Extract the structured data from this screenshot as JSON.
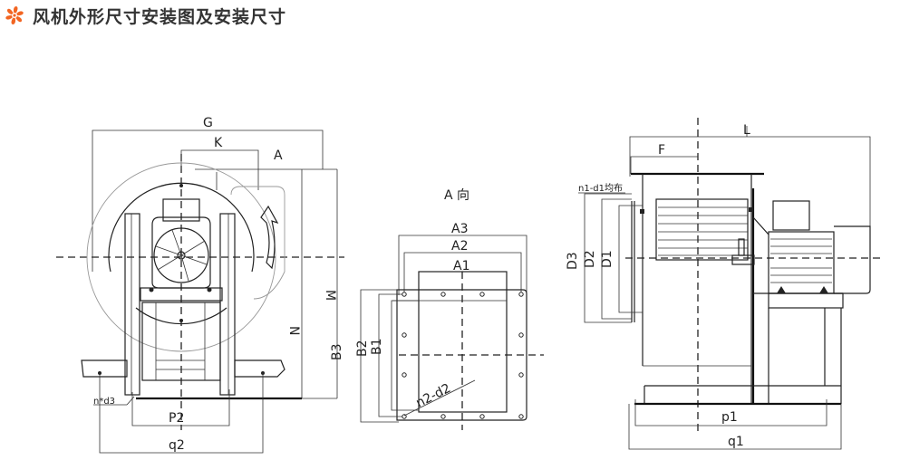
{
  "header": {
    "icon": "fan-icon",
    "icon_color": "#f26522",
    "title": "风机外形尺寸安装图及安装尺寸"
  },
  "front_view": {
    "labels": {
      "G": "G",
      "K": "K",
      "A": "A",
      "M": "M",
      "N": "N",
      "p2": "P2",
      "q2": "q2",
      "hole": "n*d3"
    }
  },
  "a_view": {
    "title": "A 向",
    "labels": {
      "A3": "A3",
      "A2": "A2",
      "A1": "A1",
      "B3": "B3",
      "B2": "B2",
      "B1": "B1",
      "holes": "n2-d2"
    }
  },
  "side_view": {
    "labels": {
      "L": "L",
      "F": "F",
      "flange_holes": "n1-d1均布",
      "D3": "D3",
      "D2": "D2",
      "D1": "D1",
      "p1": "p1",
      "q1": "q1"
    }
  }
}
